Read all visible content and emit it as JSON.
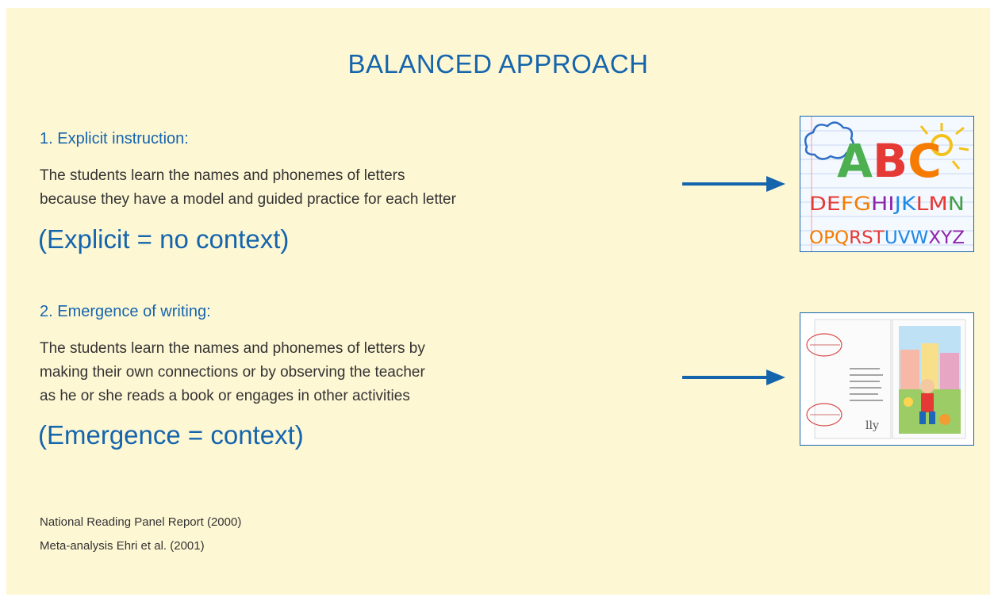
{
  "title": "BALANCED APPROACH",
  "sections": [
    {
      "heading": "1. Explicit instruction:",
      "body_lines": [
        "The students learn the names and phonemes of letters",
        "because they have a model and guided practice for each letter"
      ],
      "tagline": "(Explicit = no context)",
      "image": {
        "rows": [
          "ABC",
          "DEFGHIJKLMN",
          "OPQRSTUVWXYZ"
        ]
      }
    },
    {
      "heading": "2. Emergence of writing:",
      "body_lines": [
        "The students learn the names and phonemes of letters by",
        "making their own connections or by observing the teacher",
        "as he or she reads a book or engages in other activities"
      ],
      "tagline": "(Emergence = context)"
    }
  ],
  "references": [
    "National Reading Panel Report (2000)",
    "Meta-analysis Ehri et al. (2001)"
  ],
  "colors": {
    "accent": "#1565ad",
    "background": "#fef7d4",
    "text": "#333333"
  }
}
